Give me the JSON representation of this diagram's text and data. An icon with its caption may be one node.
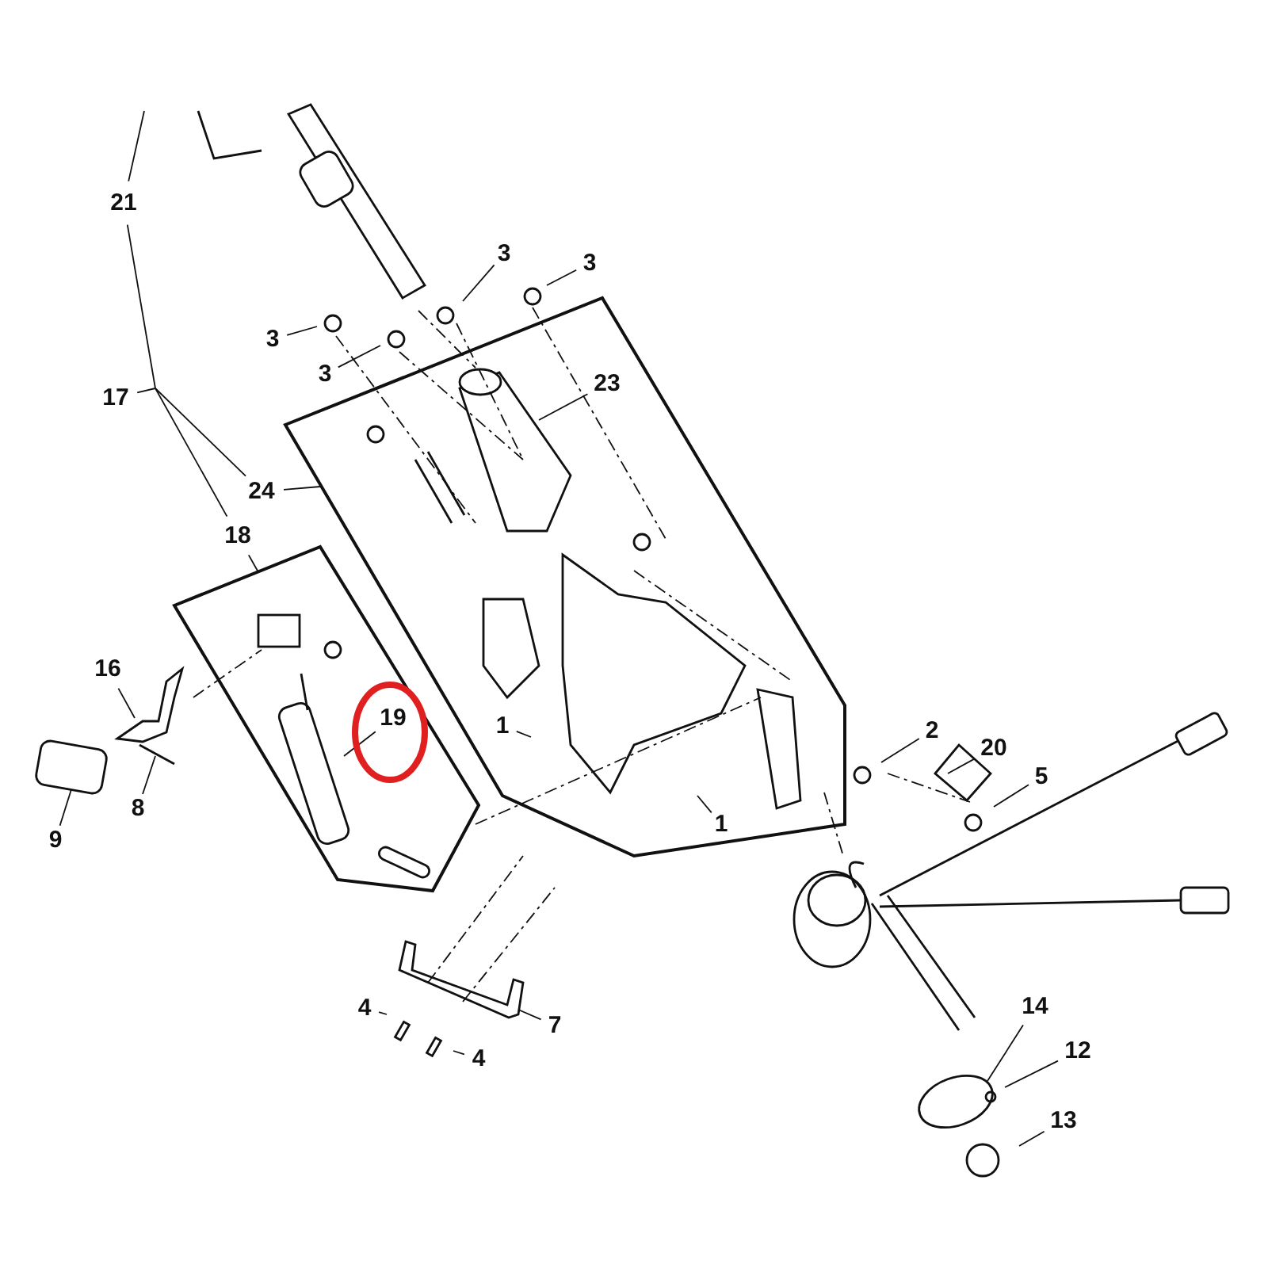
{
  "diagram": {
    "nodes": [
      {
        "text": [],
        "shape": "box"
      },
      {
        "text": [],
        "shape": "box"
      },
      {
        "text": [
          "21"
        ]
      },
      {
        "text": [
          "3"
        ]
      },
      {
        "text": [
          "3"
        ]
      },
      {
        "text": [
          "3"
        ]
      },
      {
        "text": [
          "3"
        ]
      },
      {
        "text": [
          "17"
        ]
      },
      {
        "text": [
          "23"
        ],
        "in": 0
      },
      {
        "text": [
          "24"
        ]
      },
      {
        "text": [
          "18"
        ]
      },
      {
        "text": [
          "16"
        ]
      },
      {
        "text": [
          "19"
        ],
        "in": 1
      },
      {
        "text": [
          "1"
        ],
        "in": 0
      },
      {
        "text": [
          "2"
        ]
      },
      {
        "text": [
          "20"
        ]
      },
      {
        "text": [
          "5"
        ]
      },
      {
        "text": [
          "8"
        ]
      },
      {
        "text": [
          "9"
        ]
      },
      {
        "text": [
          "1"
        ],
        "in": 0
      },
      {
        "text": [
          "4"
        ]
      },
      {
        "text": [
          "7"
        ]
      },
      {
        "text": [
          "4"
        ]
      },
      {
        "text": [
          "14"
        ]
      },
      {
        "text": [
          "12"
        ]
      },
      {
        "text": [
          "13"
        ]
      }
    ],
    "edges": [
      {
        "from": 2,
        "to": null,
        "arrow": "none"
      },
      {
        "from": 2,
        "to": 9,
        "arrow": "none"
      },
      {
        "from": 2,
        "to": 10,
        "arrow": "none"
      },
      {
        "from": 7,
        "to": 9,
        "arrow": "none"
      },
      {
        "from": 7,
        "to": 10,
        "arrow": "none"
      },
      {
        "from": 3,
        "to": null,
        "arrow": "none"
      },
      {
        "from": 4,
        "to": null,
        "arrow": "none"
      },
      {
        "from": 5,
        "to": null,
        "arrow": "none"
      },
      {
        "from": 6,
        "to": null,
        "arrow": "none"
      },
      {
        "from": 8,
        "to": null,
        "arrow": "none"
      },
      {
        "from": 9,
        "to": 0,
        "arrow": "none"
      },
      {
        "from": 10,
        "to": 1,
        "arrow": "none"
      },
      {
        "from": 11,
        "to": null,
        "arrow": "none"
      },
      {
        "from": 12,
        "to": null,
        "arrow": "none"
      },
      {
        "from": 13,
        "to": null,
        "arrow": "none"
      },
      {
        "from": 14,
        "to": null,
        "arrow": "none"
      },
      {
        "from": 15,
        "to": null,
        "arrow": "none"
      },
      {
        "from": 16,
        "to": null,
        "arrow": "none"
      },
      {
        "from": 17,
        "to": null,
        "arrow": "none"
      },
      {
        "from": 18,
        "to": null,
        "arrow": "none"
      },
      {
        "from": 19,
        "to": null,
        "arrow": "none"
      },
      {
        "from": 20,
        "to": null,
        "arrow": "none"
      },
      {
        "from": 21,
        "to": null,
        "arrow": "none"
      },
      {
        "from": 22,
        "to": null,
        "arrow": "none"
      },
      {
        "from": 23,
        "to": null,
        "arrow": "none"
      },
      {
        "from": 24,
        "to": null,
        "arrow": "none"
      },
      {
        "from": 25,
        "to": null,
        "arrow": "none"
      }
    ]
  }
}
